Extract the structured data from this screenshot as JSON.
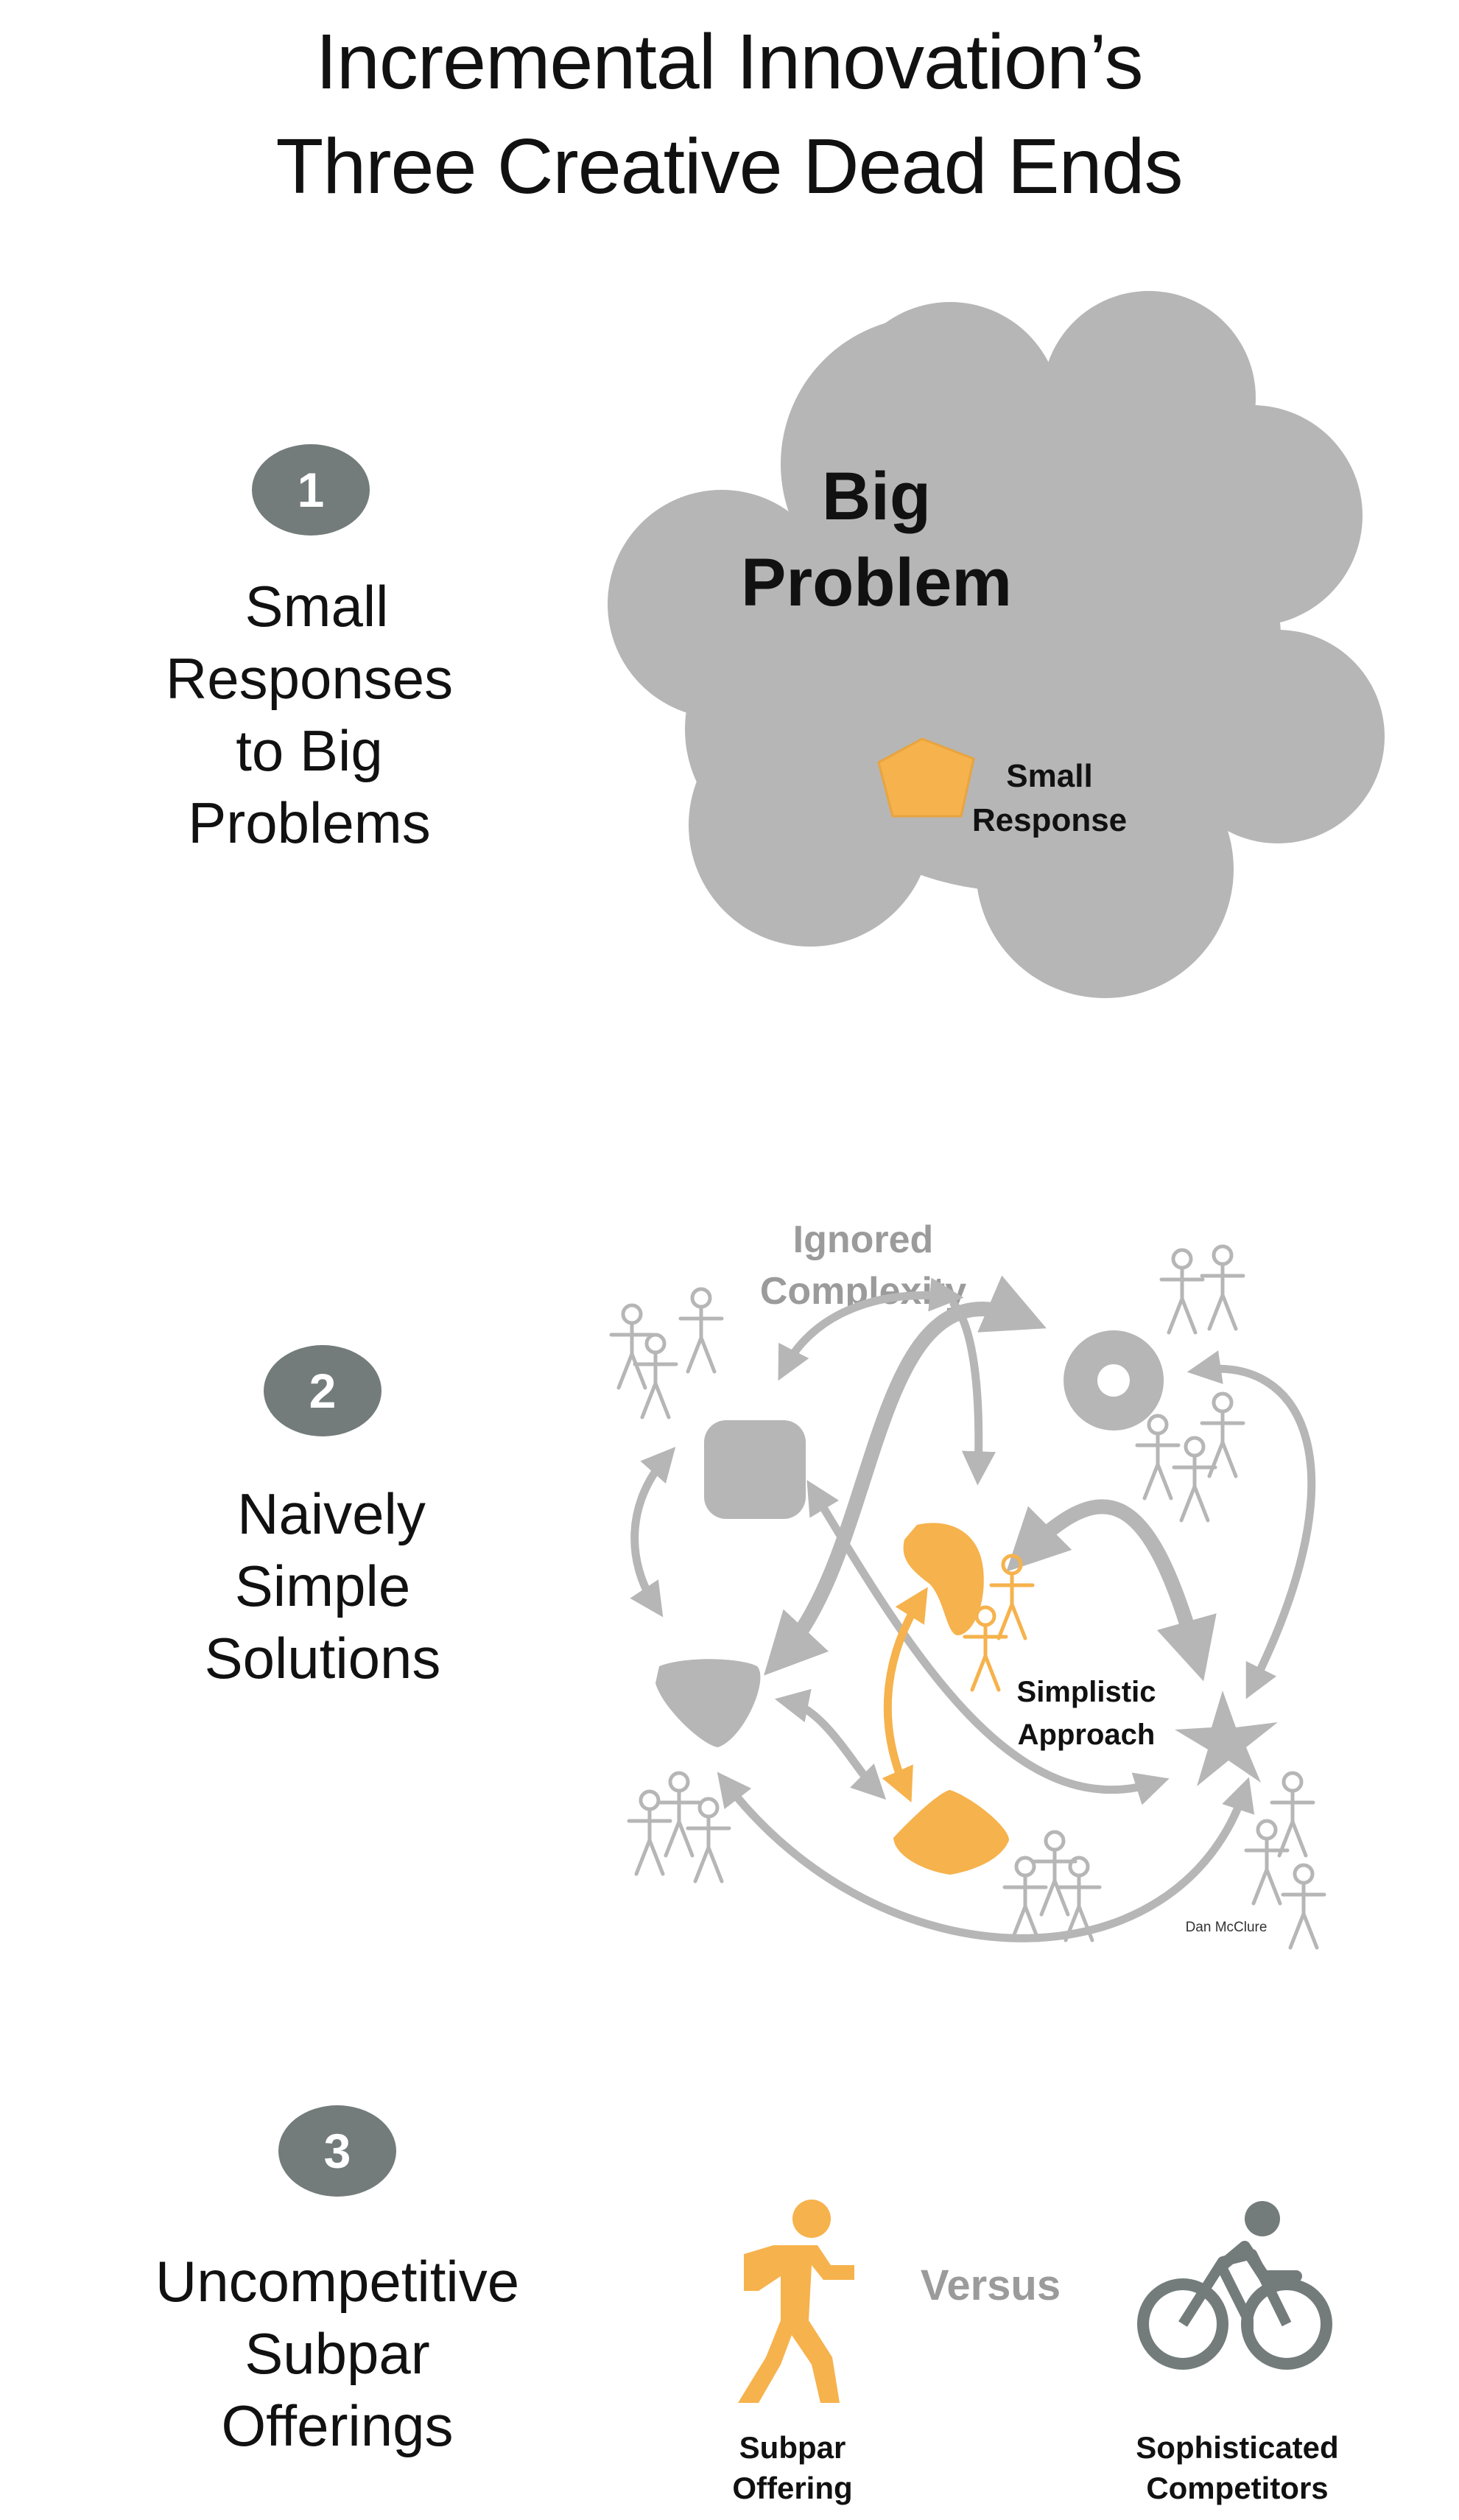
{
  "title": {
    "line1": "Incremental Innovation’s",
    "line2": "Three Creative Dead Ends"
  },
  "colors": {
    "grey_shape": "#b6b6b6",
    "badge": "#737b7b",
    "orange": "#f6b24c",
    "dark_grey_text": "#9b9b9b",
    "text": "#111111"
  },
  "sections": [
    {
      "number": "1",
      "label_lines": [
        "Small",
        "Responses",
        "to Big",
        "Problems"
      ],
      "graphic": {
        "cloud_label_lines": [
          "Big",
          "Problem"
        ],
        "response_label_lines": [
          "Small",
          "Response"
        ],
        "icons": [
          "cloud-shape",
          "pentagon-icon"
        ]
      }
    },
    {
      "number": "2",
      "label_lines": [
        "Naively",
        "Simple",
        "Solutions"
      ],
      "graphic": {
        "ignored_lines": [
          "Ignored",
          "Complexity"
        ],
        "approach_lines": [
          "Simplistic",
          "Approach"
        ],
        "credit": "Dan McClure",
        "icons": [
          "rounded-square-shape",
          "donut-shape",
          "triangle-shape",
          "star-shape",
          "blob-shape",
          "diamond-shape",
          "stick-figure-icon",
          "curved-arrow-icon"
        ]
      }
    },
    {
      "number": "3",
      "label_lines": [
        "Uncompetitive",
        "Subpar",
        "Offerings"
      ],
      "graphic": {
        "versus": "Versus",
        "left_label_lines": [
          "Subpar",
          "Offering"
        ],
        "right_label_lines": [
          "Sophisticated",
          "Competitors"
        ],
        "icons": [
          "walking-person-icon",
          "cyclist-icon"
        ]
      }
    }
  ]
}
